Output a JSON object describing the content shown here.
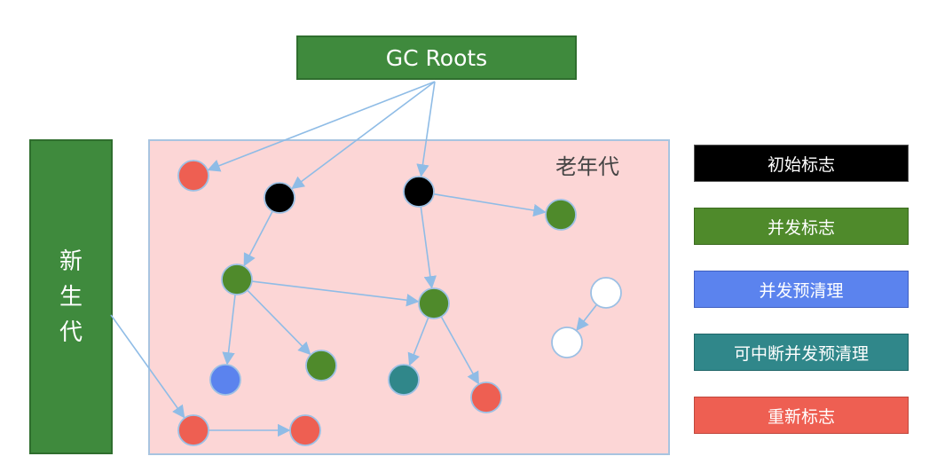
{
  "gc_roots": "GC Roots",
  "young_generation": "新生代",
  "old_generation": "老年代",
  "legend": [
    {
      "label": "初始标志",
      "color": "#000000"
    },
    {
      "label": "并发标志",
      "color": "#4f8a2b"
    },
    {
      "label": "并发预清理",
      "color": "#5b83ee"
    },
    {
      "label": "可中断并发预清理",
      "color": "#30878a"
    },
    {
      "label": "重新标志",
      "color": "#ee5f52"
    }
  ],
  "colors": {
    "black": "#000000",
    "green": "#4f8a2b",
    "blue": "#5b83ee",
    "teal": "#30878a",
    "red": "#ee5f52",
    "white": "#ffffff",
    "edge": "#8fbce6"
  }
}
